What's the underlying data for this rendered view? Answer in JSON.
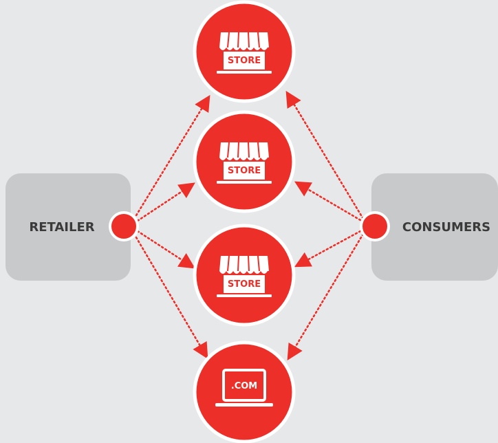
{
  "retailer": {
    "label": "RETAILER"
  },
  "consumers": {
    "label": "CONSUMERS"
  },
  "channels": [
    {
      "kind": "store",
      "label": "STORE"
    },
    {
      "kind": "store",
      "label": "STORE"
    },
    {
      "kind": "store",
      "label": "STORE"
    },
    {
      "kind": "online",
      "label": ".COM"
    }
  ],
  "colors": {
    "background": "#e7e8ea",
    "box": "#c8c9cb",
    "accent": "#ec2f28",
    "text": "#3a3a3a"
  }
}
